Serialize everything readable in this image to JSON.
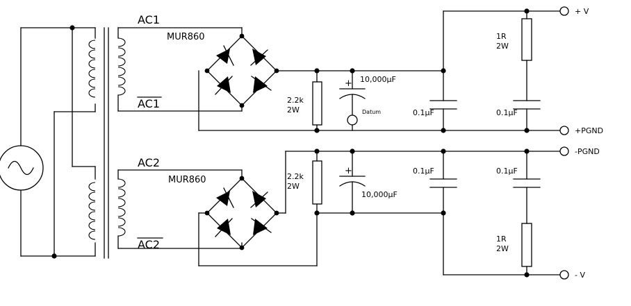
{
  "labels": {
    "ac1": "AC1",
    "ac1_bar": "AC1",
    "ac2": "AC2",
    "ac2_bar": "AC2",
    "rectifier_top": "MUR860",
    "rectifier_bottom": "MUR860",
    "bleeder_top_value": "2.2k",
    "bleeder_top_power": "2W",
    "bleeder_bottom_value": "2.2k",
    "bleeder_bottom_power": "2W",
    "cap_big_top": "10,000µF",
    "cap_big_bottom": "10,000µF",
    "datum": "Datum",
    "cap_small_top_left": "0.1µF",
    "cap_small_top_right": "0.1µF",
    "cap_small_bottom_left": "0.1µF",
    "cap_small_bottom_right": "0.1µF",
    "series_r_top_value": "1R",
    "series_r_top_power": "2W",
    "series_r_bottom_value": "1R",
    "series_r_bottom_power": "2W",
    "plus": "+",
    "out_pos_v": "+ V",
    "out_pos_pgnd": "+PGND",
    "out_neg_pgnd": "-PGND",
    "out_neg_v": "- V"
  }
}
